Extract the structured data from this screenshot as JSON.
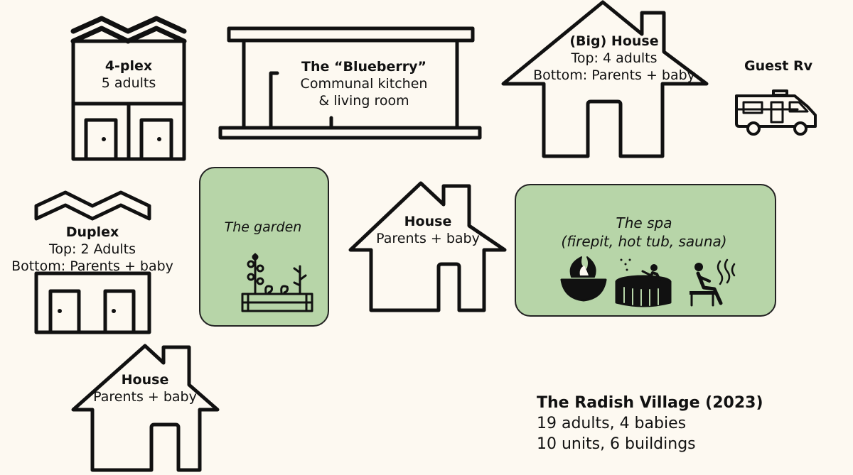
{
  "buildings": {
    "fourplex": {
      "title": "4-plex",
      "sub": "5 adults"
    },
    "blueberry": {
      "title": "The “Blueberry”",
      "line1": "Communal kitchen",
      "line2": "& living room"
    },
    "big_house": {
      "title": "(Big) House",
      "line1": "Top: 4 adults",
      "line2": "Bottom: Parents + baby"
    },
    "guest_rv": {
      "title": "Guest Rv"
    },
    "duplex": {
      "title": "Duplex",
      "line1": "Top: 2 Adults",
      "line2": "Bottom: Parents + baby"
    },
    "house_center": {
      "title": "House",
      "sub": "Parents + baby"
    },
    "house_bottom": {
      "title": "House",
      "sub": "Parents + baby"
    }
  },
  "areas": {
    "garden": {
      "label": "The garden"
    },
    "spa": {
      "line1": "The spa",
      "line2": "(firepit, hot tub, sauna)"
    }
  },
  "summary": {
    "title": "The Radish Village (2023)",
    "line1": "19 adults, 4 babies",
    "line2": "10 units, 6 buildings"
  },
  "colors": {
    "background": "#fdf9f1",
    "green": "#b7d5a8",
    "ink": "#111111"
  },
  "icons": [
    "fourplex-icon",
    "pavilion-icon",
    "big-house-icon",
    "rv-icon",
    "duplex-icon",
    "house-icon",
    "garden-bed-icon",
    "firepit-icon",
    "hot-tub-icon",
    "sauna-icon"
  ]
}
